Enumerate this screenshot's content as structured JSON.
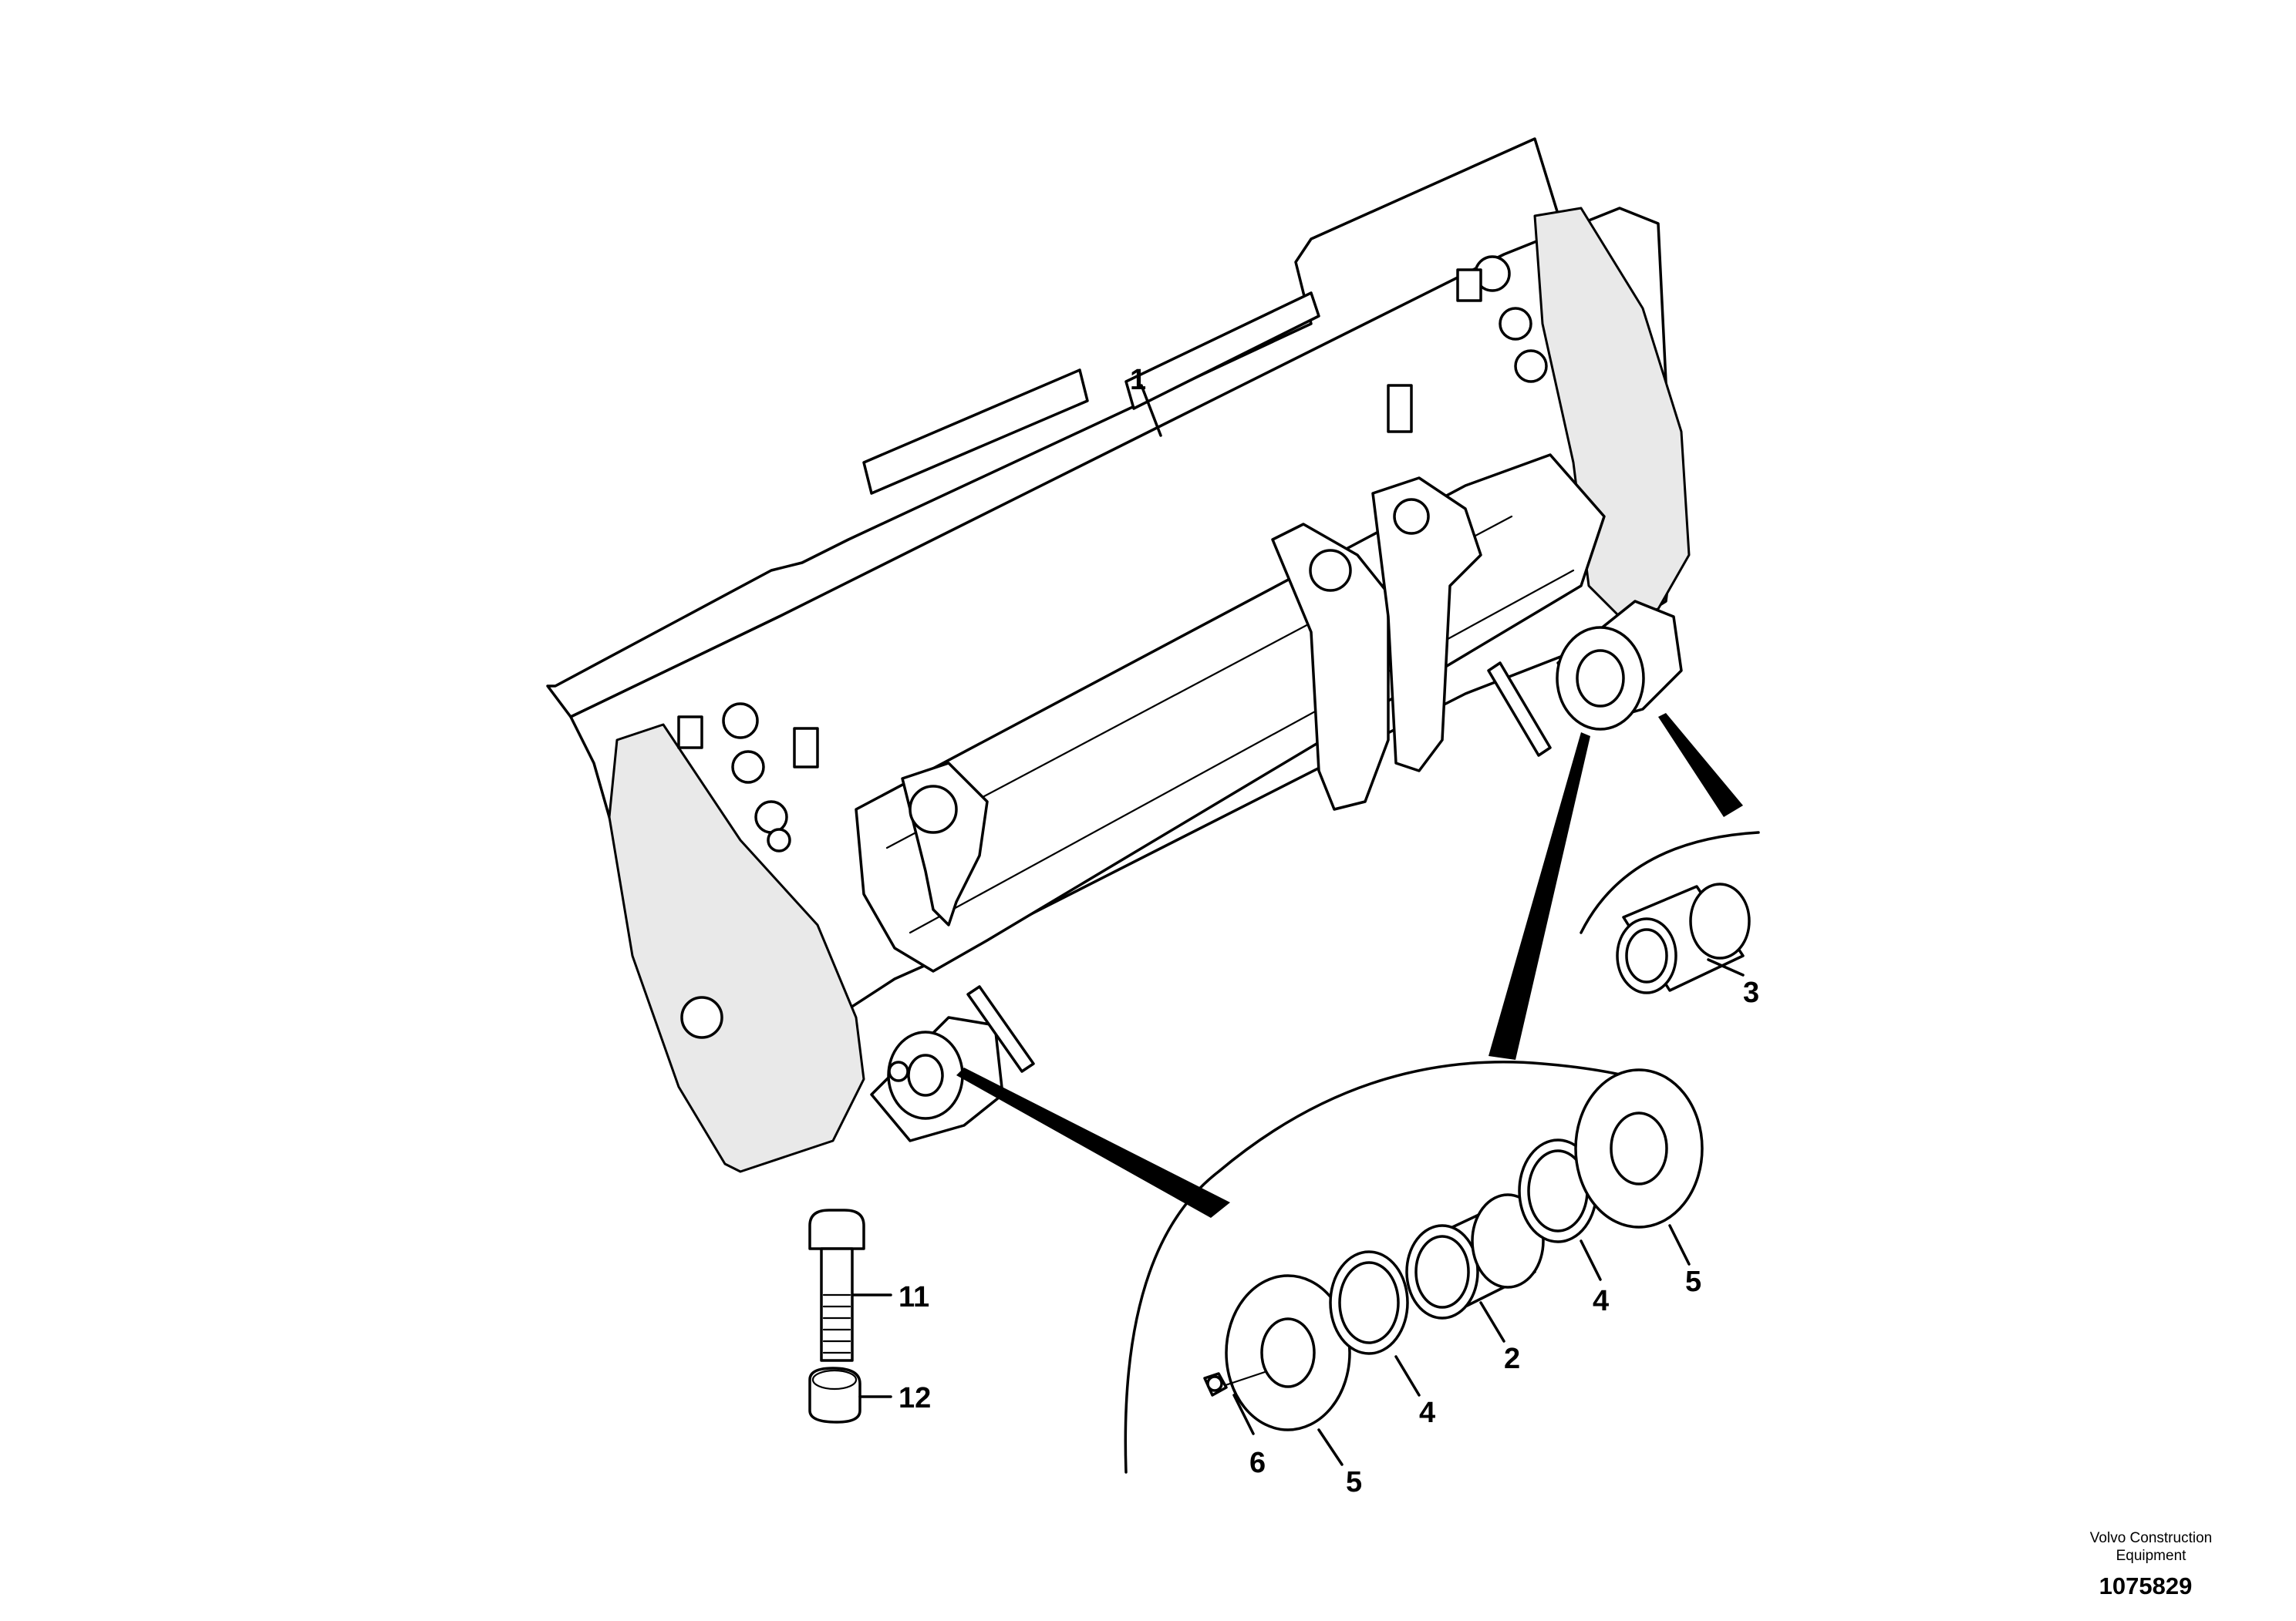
{
  "callouts": {
    "c1": "1",
    "c2": "2",
    "c3": "3",
    "c4a": "4",
    "c4b": "4",
    "c5a": "5",
    "c5b": "5",
    "c6": "6",
    "c11": "11",
    "c12": "12"
  },
  "brand": {
    "line1": "Volvo Construction",
    "line2": "Equipment"
  },
  "document_number": "1075829"
}
